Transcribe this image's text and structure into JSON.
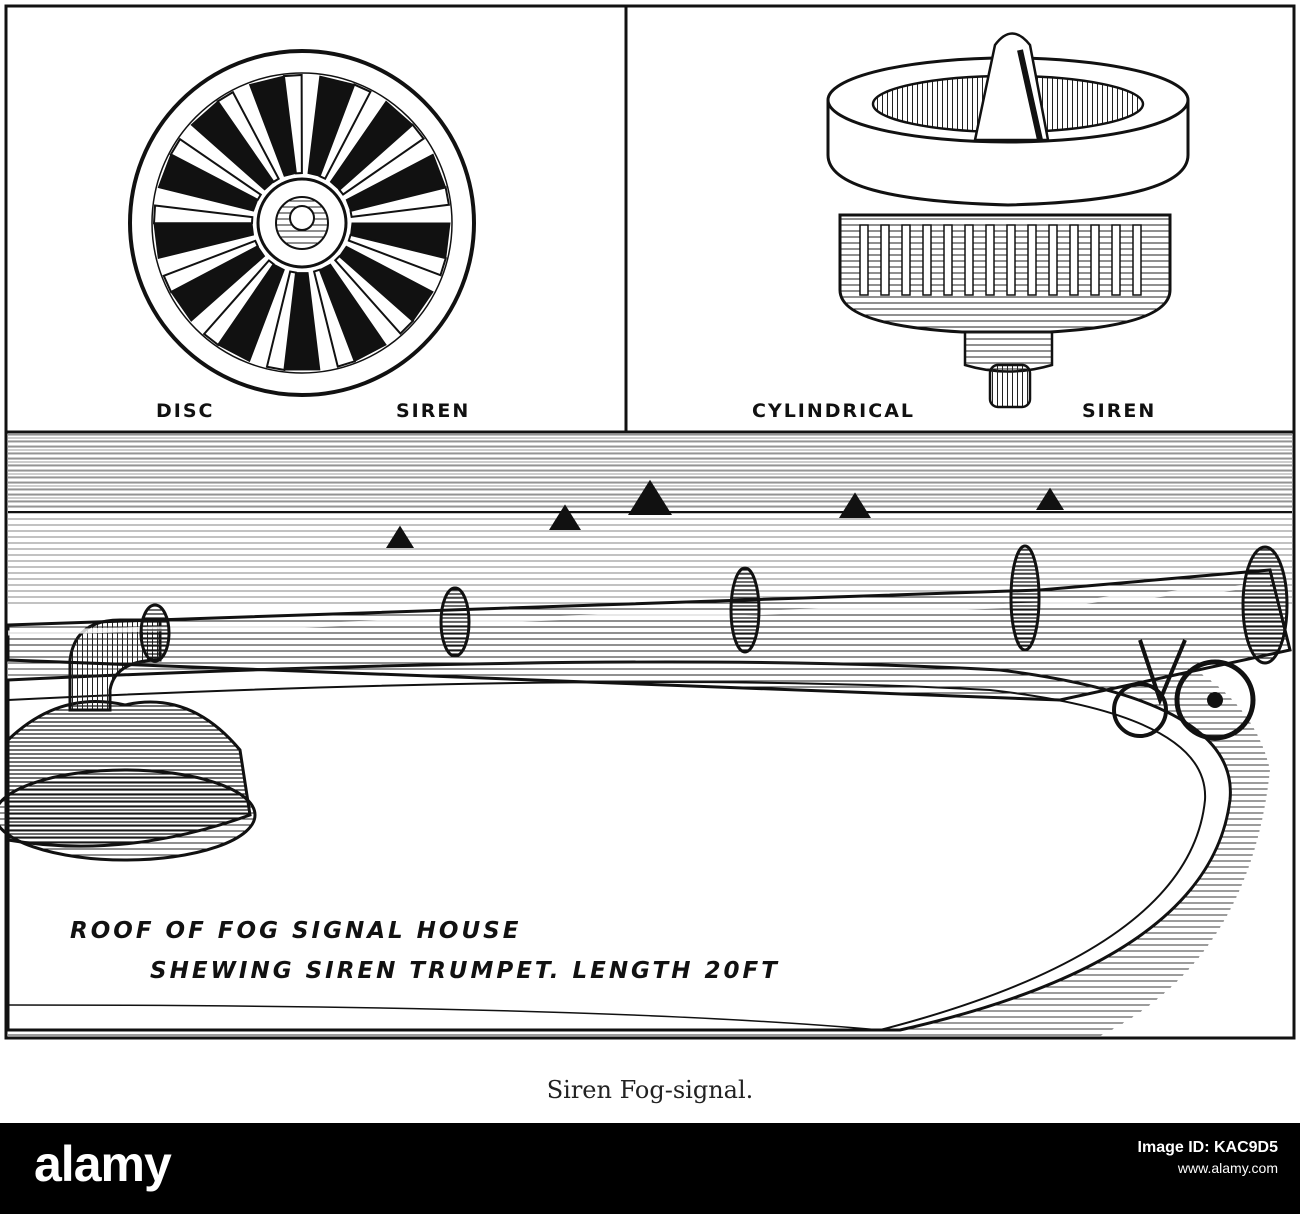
{
  "labels": {
    "disc_left": "DISC",
    "disc_right": "SIREN",
    "cyl_left": "CYLINDRICAL",
    "cyl_right": "SIREN",
    "roof_line1": "ROOF OF FOG SIGNAL HOUSE",
    "roof_line2": "SHEWING SIREN TRUMPET. LENGTH 20FT"
  },
  "caption": "Siren Fog-signal.",
  "watermark": {
    "brand": "alamy",
    "image_id_label": "Image ID: KAC9D5",
    "site": "www.alamy.com"
  },
  "colors": {
    "ink": "#111111",
    "paper": "#ffffff",
    "bar": "#000000"
  }
}
